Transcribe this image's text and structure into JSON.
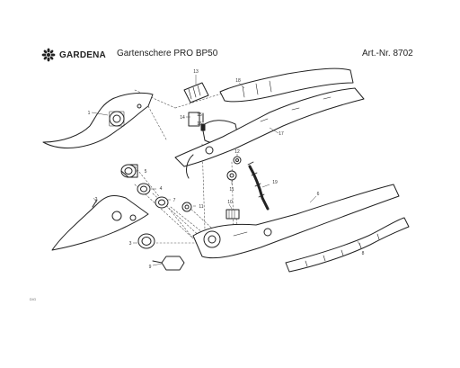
{
  "header": {
    "brand": "GARDENA",
    "product": "Gartenschere PRO BP50",
    "article": "Art.-Nr. 8702",
    "logo_icon": "gardena-flower-logo"
  },
  "parts": [
    {
      "label": "13",
      "name": "thumb-slide-button"
    },
    {
      "label": "18",
      "name": "upper-handle-grip"
    },
    {
      "label": "3",
      "name": "blade-pivot-hub"
    },
    {
      "label": "14",
      "name": "lock-latch"
    },
    {
      "label": "15",
      "name": "latch-pin"
    },
    {
      "label": "16",
      "name": "latch-spring"
    },
    {
      "label": "17",
      "name": "upper-handle"
    },
    {
      "label": "12",
      "name": "cap-screw"
    },
    {
      "label": "10",
      "name": "adjusting-nut"
    },
    {
      "label": "11",
      "name": "washer"
    },
    {
      "label": "19",
      "name": "return-spring"
    },
    {
      "label": "5",
      "name": "bushing"
    },
    {
      "label": "4",
      "name": "spring-washer"
    },
    {
      "label": "7",
      "name": "ring-washer"
    },
    {
      "label": "1",
      "name": "upper-blade"
    },
    {
      "label": "2",
      "name": "lower-blade"
    },
    {
      "label": "6",
      "name": "lower-handle"
    },
    {
      "label": "8",
      "name": "lower-handle-grip"
    },
    {
      "label": "9",
      "name": "pivot-bolt"
    }
  ],
  "footer": {
    "mark": "D/G"
  }
}
